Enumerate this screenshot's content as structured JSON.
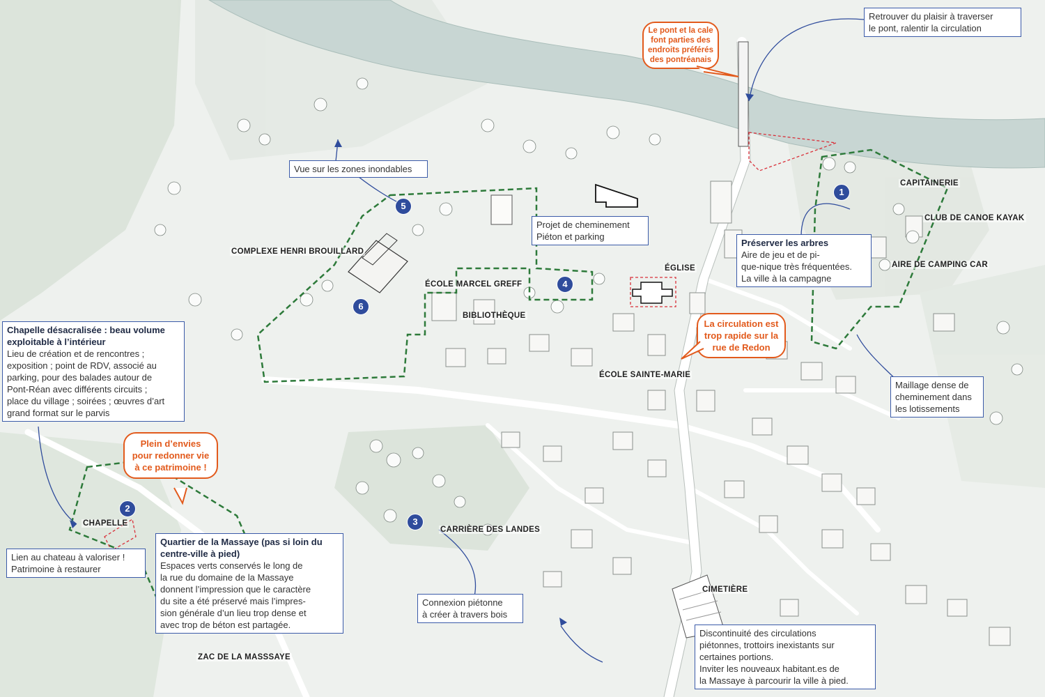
{
  "colors": {
    "accent_blue": "#3a5aa8",
    "marker_blue": "#2f4c9c",
    "orange": "#e25a1c",
    "dashed_green": "#2d7a3a",
    "dashed_red": "#d9303a",
    "river": "#c8d6d3",
    "road": "#ffffff"
  },
  "markers": [
    "1",
    "2",
    "3",
    "4",
    "5",
    "6"
  ],
  "places": {
    "capitainerie": "CAPITAINERIE",
    "canoe": "CLUB DE CANOE KAYAK",
    "camping": "AIRE DE CAMPING CAR",
    "eglise": "ÉGLISE",
    "complexe": "COMPLEXE HENRI BROUILLARD",
    "ecole_greff": "ÉCOLE MARCEL GREFF",
    "bibliotheque": "BIBLIOTHÈQUE",
    "ecole_sainte_marie": "ÉCOLE SAINTE-MARIE",
    "carriere": "CARRIÈRE DES LANDES",
    "cimetiere": "CIMETIÈRE",
    "chapelle": "CHAPELLE",
    "zac": "ZAC DE LA MASSSAYE"
  },
  "callouts": {
    "pont": {
      "lines": [
        "Retrouver du plaisir à traverser",
        "le pont, ralentir la circulation"
      ]
    },
    "vue": {
      "lines": [
        "Vue sur les zones inondables"
      ]
    },
    "projet": {
      "lines": [
        "Projet de cheminement",
        "Piéton et parking"
      ]
    },
    "arbres": {
      "title": "Préserver les arbres",
      "lines": [
        "Aire de jeu et de pi-",
        "que-nique très fréquentées.",
        "La ville à la campagne"
      ]
    },
    "chapelle": {
      "title_lines": [
        "Chapelle désacralisée : beau volume",
        "exploitable à l’intérieur"
      ],
      "lines": [
        "Lieu de création et de rencontres ;",
        "exposition ; point de RDV, associé au",
        "parking, pour des balades autour de",
        "Pont-Réan avec différents circuits ;",
        "place du village ; soirées ; œuvres d’art",
        "grand format sur le parvis"
      ]
    },
    "maillage": {
      "lines": [
        "Maillage dense de",
        "cheminement dans",
        "les lotissements"
      ]
    },
    "lien": {
      "lines": [
        "Lien au chateau à valoriser !",
        "Patrimoine à restaurer"
      ]
    },
    "massaye": {
      "title_lines": [
        "Quartier de la Massaye (pas si loin du",
        "centre-ville à pied)"
      ],
      "lines": [
        "Espaces verts conservés le long de",
        "la rue du domaine de la Massaye",
        "donnent l’impression que le caractère",
        "du site a été préservé mais l’impres-",
        "sion générale d’un lieu trop dense et",
        "avec trop de béton est partagée."
      ]
    },
    "connexion": {
      "lines": [
        "Connexion piétonne",
        "à créer à travers bois"
      ]
    },
    "discontinuite": {
      "lines": [
        "Discontinuité des circulations",
        "piétonnes, trottoirs inexistants sur",
        "certaines portions.",
        "Inviter les nouveaux habitant.es de",
        "la Massaye à parcourir la ville à pied."
      ]
    }
  },
  "bubbles": {
    "pont": {
      "lines": [
        "Le pont et la cale",
        "font parties des",
        "endroits préférés",
        "des pontréanais"
      ]
    },
    "circulation": {
      "lines": [
        "La circulation est",
        "trop rapide sur la",
        "rue de Redon"
      ]
    },
    "plein": {
      "lines": [
        "Plein d’envies",
        "pour redonner vie",
        "à ce patrimoine !"
      ]
    }
  }
}
